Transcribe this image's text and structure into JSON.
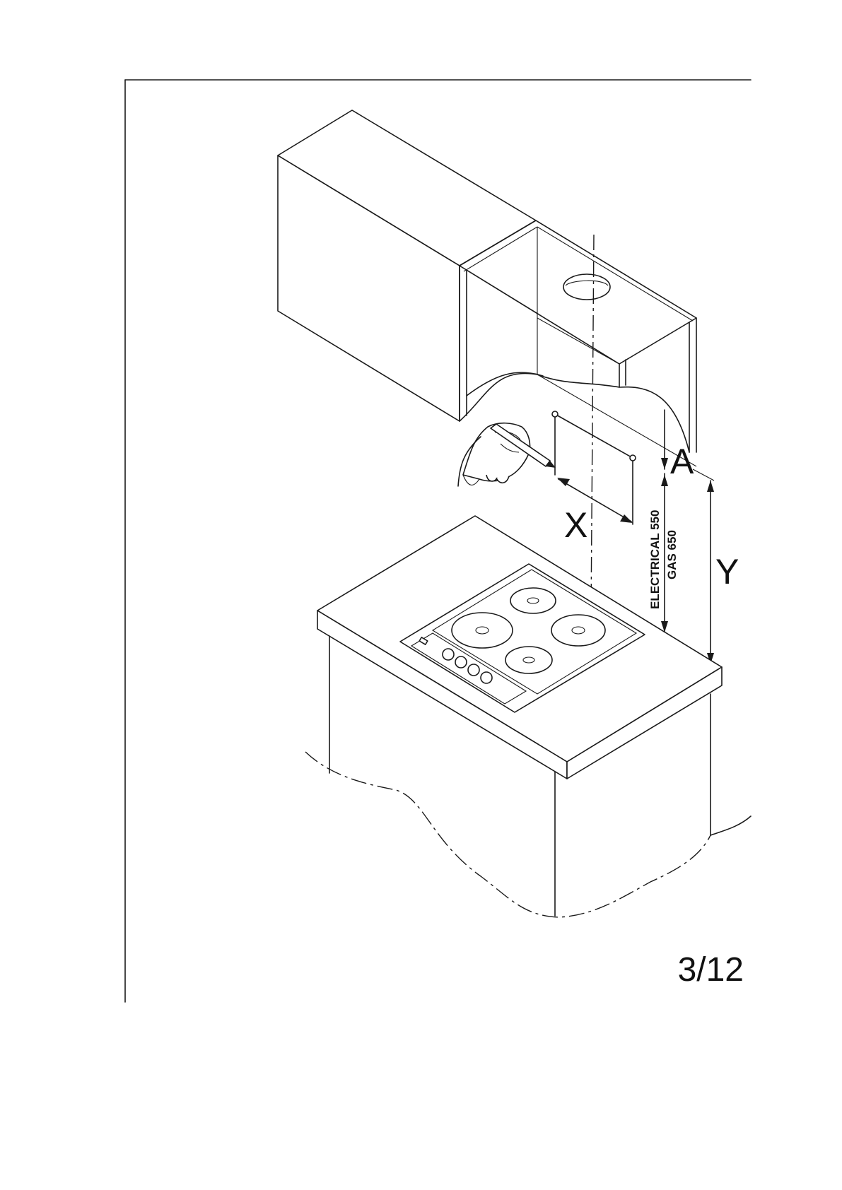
{
  "labels": {
    "dim_a": "A",
    "dim_x": "X",
    "dim_y": "Y",
    "electrical": "ELECTRICAL 550",
    "gas": "GAS 650"
  },
  "page_number": "3/12",
  "colors": {
    "line": "#1a1a1a",
    "background": "#ffffff"
  }
}
